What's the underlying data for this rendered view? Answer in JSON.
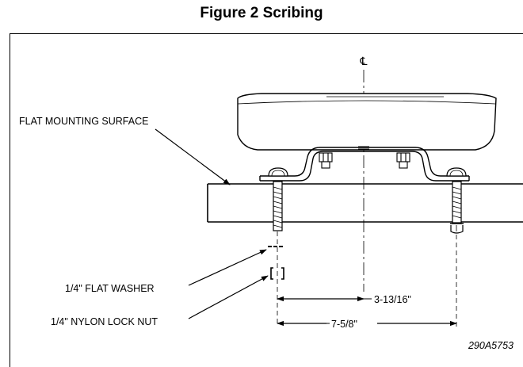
{
  "figure": {
    "title": "Figure 2 Scribing",
    "centerline_symbol": "℄",
    "labels": {
      "surface": "FLAT MOUNTING SURFACE",
      "washer": "1/4\" FLAT WASHER",
      "locknut": "1/4\" NYLON LOCK NUT"
    },
    "dimensions": {
      "half_spacing": "3-13/16\"",
      "full_spacing": "7-5/8\""
    },
    "part_number": "290A5753"
  }
}
